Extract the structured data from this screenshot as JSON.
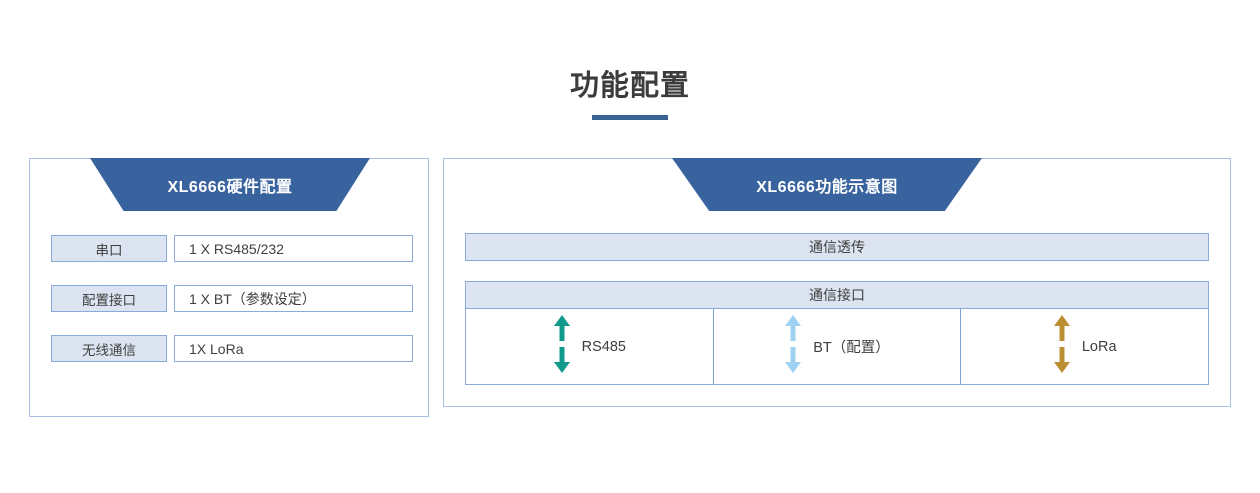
{
  "page": {
    "title": "功能配置"
  },
  "colors": {
    "ribbon_blue": "#39639f",
    "panel_border": "#a7c0e4",
    "cell_border": "#8aaad8",
    "cell_fill": "#dde4f1",
    "title_underline": "#3a6292",
    "text": "#3f3f3f",
    "arrow_rs485": "#0f9a8c",
    "arrow_bt": "#9fd2f2",
    "arrow_lora": "#bd8f33"
  },
  "hardware_panel": {
    "header": "XL6666硬件配置",
    "rows": [
      {
        "label": "串口",
        "value": "1 X RS485/232"
      },
      {
        "label": "配置接口",
        "value": "1 X BT（参数设定）"
      },
      {
        "label": "无线通信",
        "value": "1X LoRa"
      }
    ]
  },
  "function_panel": {
    "header": "XL6666功能示意图",
    "bar_transparent": "通信透传",
    "bar_interface": "通信接口",
    "columns": [
      {
        "label": "RS485",
        "icon": "double-arrow-vertical-icon",
        "color": "#0f9a8c"
      },
      {
        "label": "BT（配置）",
        "icon": "double-arrow-vertical-icon",
        "color": "#9fd2f2"
      },
      {
        "label": "LoRa",
        "icon": "double-arrow-vertical-icon",
        "color": "#bd8f33"
      }
    ]
  }
}
